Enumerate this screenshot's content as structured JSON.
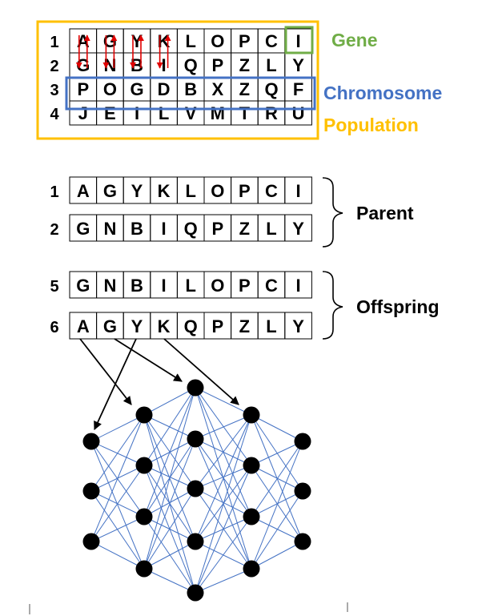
{
  "population_grid": {
    "rows": [
      {
        "number": "1",
        "letters": [
          "A",
          "G",
          "Y",
          "K",
          "L",
          "O",
          "P",
          "C",
          "I"
        ]
      },
      {
        "number": "2",
        "letters": [
          "G",
          "N",
          "B",
          "I",
          "Q",
          "P",
          "Z",
          "L",
          "Y"
        ]
      },
      {
        "number": "3",
        "letters": [
          "P",
          "O",
          "G",
          "D",
          "B",
          "X",
          "Z",
          "Q",
          "F"
        ]
      },
      {
        "number": "4",
        "letters": [
          "J",
          "E",
          "I",
          "L",
          "V",
          "M",
          "T",
          "R",
          "U"
        ]
      }
    ],
    "labels": {
      "gene": "Gene",
      "chromosome": "Chromosome",
      "population": "Population"
    }
  },
  "parents": {
    "label": "Parent",
    "rows": [
      {
        "number": "1",
        "letters": [
          "A",
          "G",
          "Y",
          "K",
          "L",
          "O",
          "P",
          "C",
          "I"
        ]
      },
      {
        "number": "2",
        "letters": [
          "G",
          "N",
          "B",
          "I",
          "Q",
          "P",
          "Z",
          "L",
          "Y"
        ]
      }
    ]
  },
  "offspring": {
    "label": "Offspring",
    "rows": [
      {
        "number": "5",
        "letters": [
          "G",
          "N",
          "B",
          "I",
          "L",
          "O",
          "P",
          "C",
          "I"
        ]
      },
      {
        "number": "6",
        "letters": [
          "A",
          "G",
          "Y",
          "K",
          "Q",
          "P",
          "Z",
          "L",
          "Y"
        ]
      }
    ]
  },
  "neural_network": {
    "layer_node_counts": [
      3,
      4,
      5,
      4,
      3
    ]
  },
  "colors": {
    "gene": "#70ad47",
    "chromosome": "#4472c4",
    "population": "#ffc000",
    "swap_arrow": "#e00000",
    "network_edge": "#4472c4",
    "network_node": "#000000",
    "mapping_arrow": "#000000"
  }
}
